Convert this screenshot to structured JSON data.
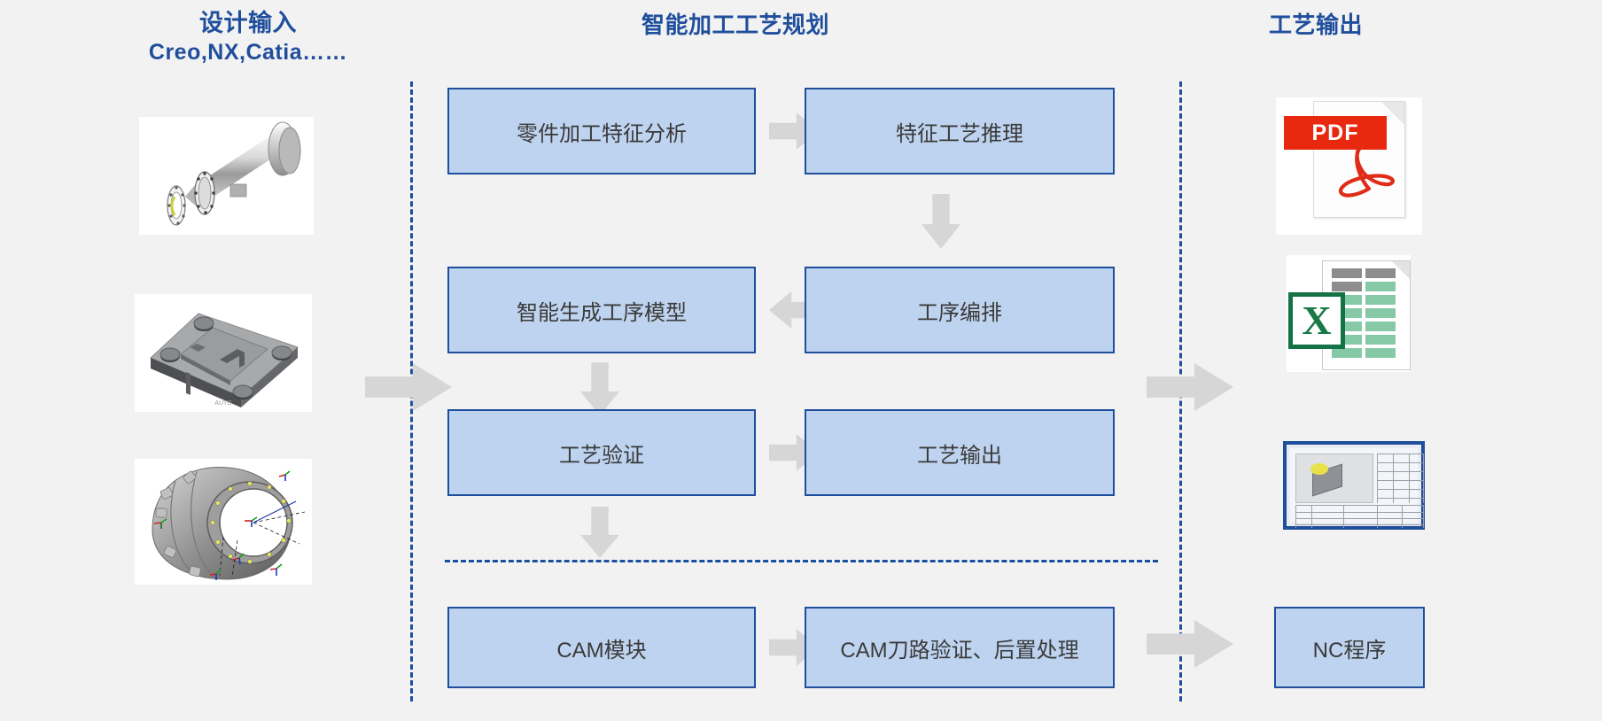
{
  "columns": {
    "left": {
      "title_line1": "设计输入",
      "title_line2": "Creo,NX,Catia……",
      "thumbnails": [
        {
          "name": "flanged-tube-cad-model",
          "caption": ""
        },
        {
          "name": "mold-plate-cad-model",
          "caption": ""
        },
        {
          "name": "engine-casing-cad-model",
          "caption": ""
        }
      ]
    },
    "center": {
      "title": "智能加工工艺规划",
      "steps": [
        {
          "id": "feature-analysis",
          "label": "零件加工特征分析"
        },
        {
          "id": "feature-reasoning",
          "label": "特征工艺推理"
        },
        {
          "id": "process-model-gen",
          "label": "智能生成工序模型"
        },
        {
          "id": "process-sequencing",
          "label": "工序编排"
        },
        {
          "id": "process-validation",
          "label": "工艺验证"
        },
        {
          "id": "process-output",
          "label": "工艺输出"
        },
        {
          "id": "cam-module",
          "label": "CAM模块"
        },
        {
          "id": "cam-verify-post",
          "label": "CAM刀路验证、后置处理"
        }
      ]
    },
    "right": {
      "title": "工艺输出",
      "outputs": [
        {
          "id": "pdf-document",
          "label": "PDF",
          "icon": "pdf-file-icon"
        },
        {
          "id": "excel-document",
          "label": "X",
          "icon": "excel-file-icon"
        },
        {
          "id": "process-sheet",
          "label": "",
          "icon": "process-sheet-thumbnail"
        },
        {
          "id": "nc-program",
          "label": "NC程序",
          "icon": ""
        }
      ]
    }
  },
  "arrows": {
    "input_to_planning": "arrow-right",
    "planning_to_output": "arrow-right",
    "cam_to_nc": "arrow-right",
    "step1_to_step2": "arrow-right",
    "step2_to_step4": "arrow-down",
    "step4_to_step3": "arrow-left",
    "step3_to_step5": "arrow-down",
    "step5_to_step6": "arrow-right",
    "step5_to_cam": "arrow-down",
    "cam_to_camverify": "arrow-right"
  },
  "colors": {
    "background": "#f2f2f2",
    "title_blue": "#1f4e9c",
    "box_fill": "#bed3ef",
    "box_border": "#1f4e9c",
    "arrow_grey": "#d6d6d6",
    "dash_blue": "#1a4fa0",
    "pdf_red": "#e8280f",
    "excel_green": "#147244"
  }
}
